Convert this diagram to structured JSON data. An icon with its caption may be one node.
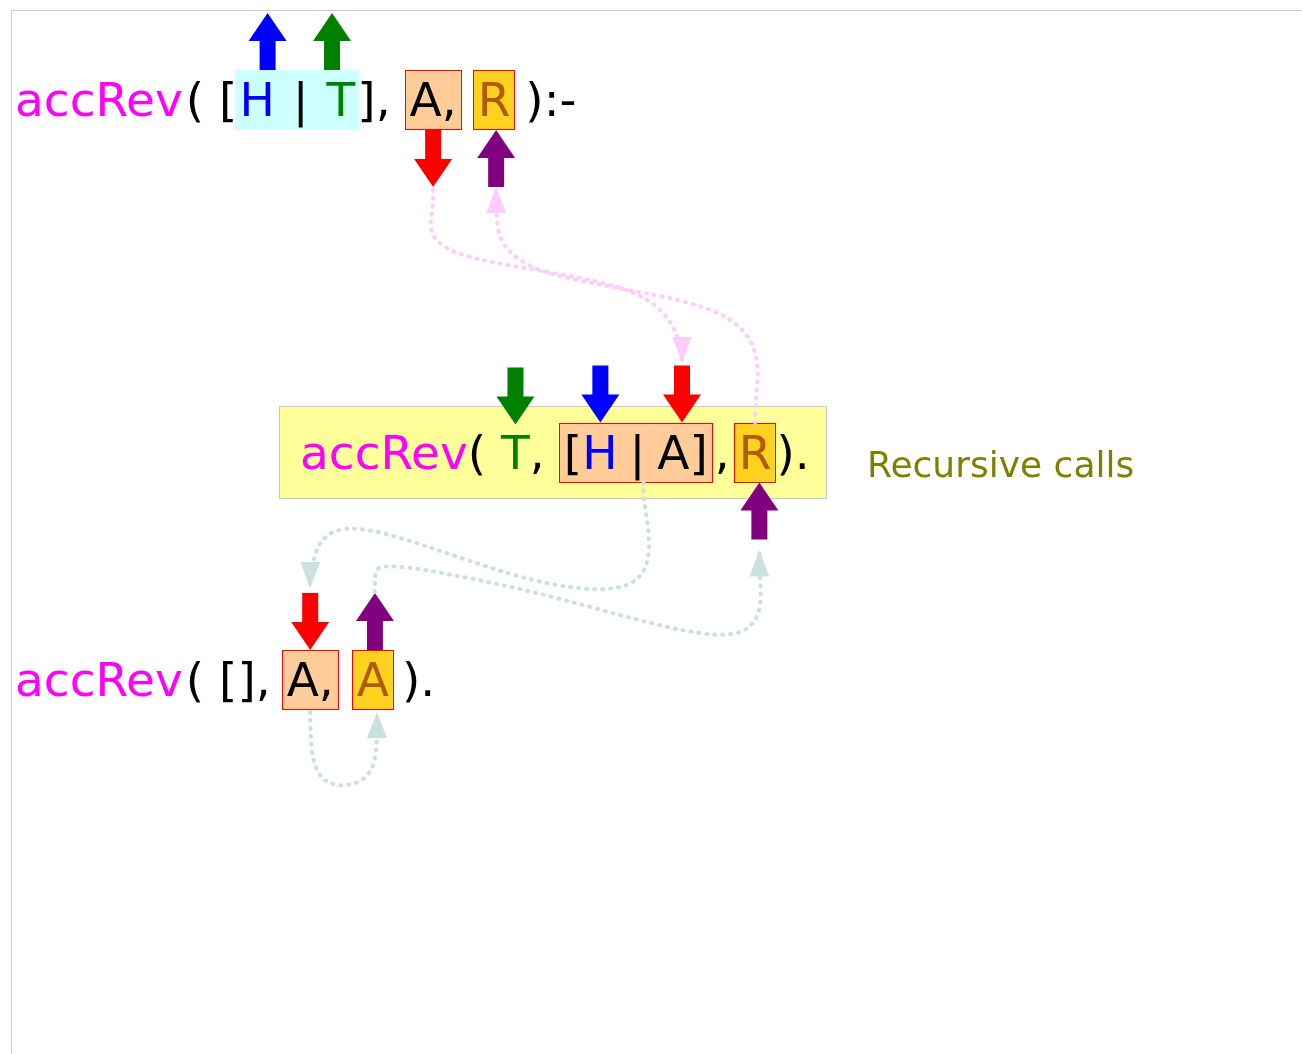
{
  "diagram": {
    "nodes": [
      {
        "text": [
          "H",
          "|",
          "T"
        ]
      },
      {
        "text": [
          "A,"
        ]
      },
      {
        "text": [
          "R"
        ]
      },
      {
        "text": [
          "accRev",
          "(",
          "T",
          ",",
          ",",
          ")."
        ]
      },
      {
        "text": [
          "[",
          "H",
          "|",
          "A]"
        ],
        "in": 3
      },
      {
        "text": [
          "R"
        ],
        "in": 3
      },
      {
        "text": [
          "A,"
        ]
      },
      {
        "text": [
          "A"
        ]
      }
    ],
    "edges": [
      {
        "from": 1,
        "to": 4,
        "arrow": "to",
        "color": "#ffccff"
      },
      {
        "from": 5,
        "to": 2,
        "arrow": "to",
        "color": "#ffccff"
      },
      {
        "from": 4,
        "to": 6,
        "arrow": "to"
      },
      {
        "from": 7,
        "to": 5,
        "arrow": "to"
      },
      {
        "from": 6,
        "to": 7,
        "arrow": "to"
      }
    ],
    "labels": [
      "accRev",
      "( [",
      "],",
      "):-",
      "accRev",
      "( [],",
      ").",
      "Recursive calls"
    ]
  }
}
